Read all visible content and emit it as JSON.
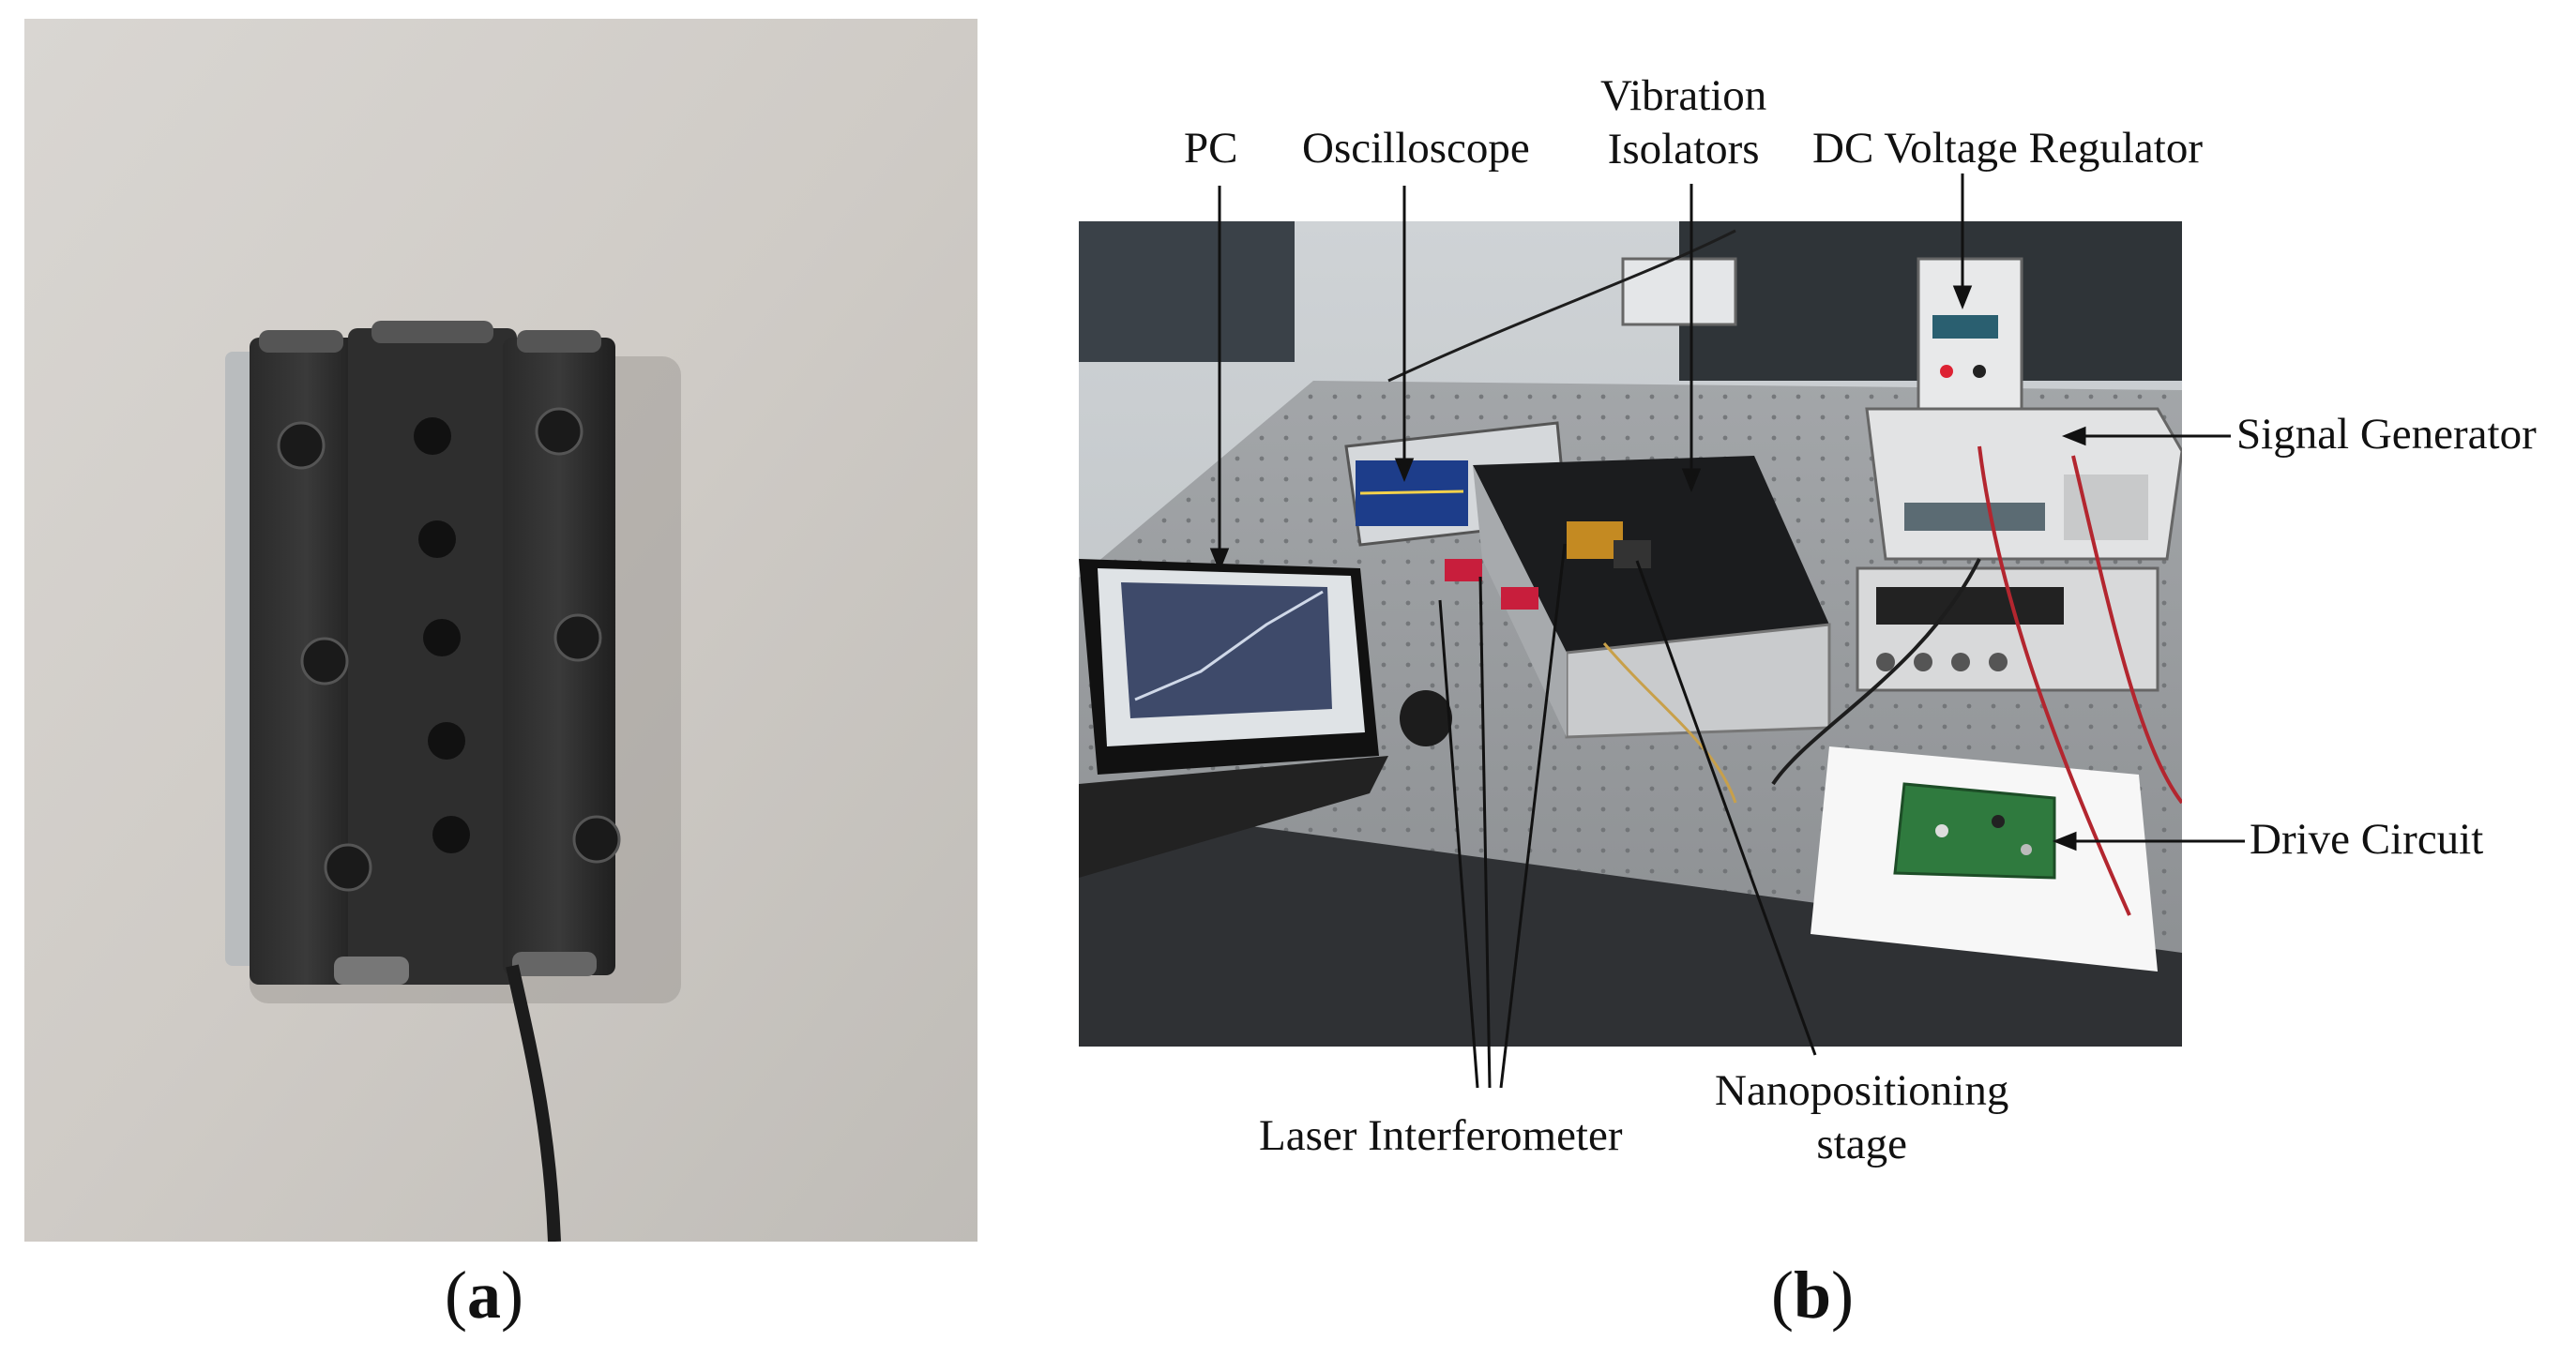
{
  "figure": {
    "panel_a": {
      "caption_letter": "a"
    },
    "panel_b": {
      "caption_letter": "b",
      "labels": {
        "pc": "PC",
        "oscilloscope": "Oscilloscope",
        "vibration_isolators_line1": "Vibration",
        "vibration_isolators_line2": "Isolators",
        "dc_voltage_regulator": "DC Voltage Regulator",
        "signal_generator": "Signal Generator",
        "drive_circuit": "Drive Circuit",
        "laser_interferometer": "Laser Interferometer",
        "nanopositioning_stage_line1": "Nanopositioning",
        "nanopositioning_stage_line2": "stage"
      }
    },
    "caption_paren_open": "(",
    "caption_paren_close": ")"
  }
}
